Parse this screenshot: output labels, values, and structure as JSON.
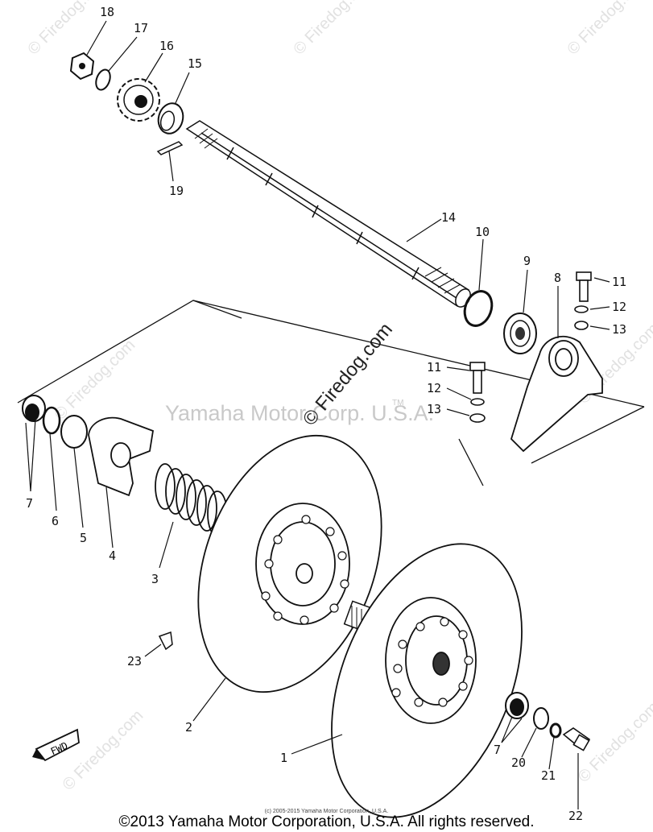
{
  "watermarks": {
    "center": "Yamaha Motor Corp. U.S.A.",
    "trademark": "TM",
    "site": "© Firedog.com",
    "tile": "© Firedog.com"
  },
  "callouts": [
    "18",
    "17",
    "16",
    "15",
    "19",
    "14",
    "10",
    "9",
    "8",
    "11",
    "12",
    "13",
    "11",
    "12",
    "13",
    "7",
    "6",
    "5",
    "4",
    "3",
    "23",
    "2",
    "1",
    "7",
    "20",
    "21",
    "22"
  ],
  "fwd_label": "FWD",
  "footer": {
    "small": "(c) 2005-2015 Yamaha Motor Corporation, U.S.A.",
    "main": "©2013 Yamaha Motor Corporation, U.S.A. All rights reserved."
  }
}
